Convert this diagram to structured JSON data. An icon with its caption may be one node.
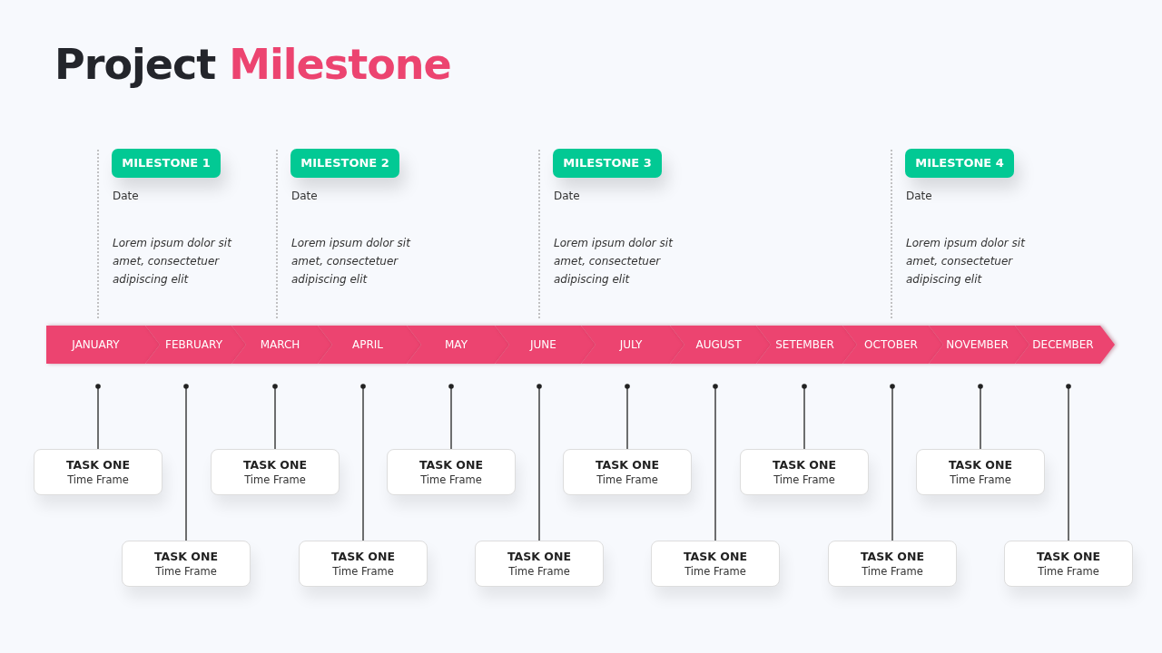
{
  "diagram": {
    "title": "Project Milestone",
    "nodes": [
      {
        "text": [
          "MILESTONE 1"
        ],
        "beside": [
          "Date",
          "Lorem ipsum dolor sit amet, consectetuer adipiscing elit"
        ]
      },
      {
        "text": [
          "MILESTONE 2"
        ],
        "beside": [
          "Date",
          "Lorem ipsum dolor sit amet, consectetuer adipiscing elit"
        ]
      },
      {
        "text": [
          "MILESTONE 3"
        ],
        "beside": [
          "Date",
          "Lorem ipsum dolor sit amet, consectetuer adipiscing elit"
        ]
      },
      {
        "text": [
          "MILESTONE 4"
        ],
        "beside": [
          "Date",
          "Lorem ipsum dolor sit amet, consectetuer adipiscing elit"
        ]
      },
      {
        "text": [
          "JANUARY"
        ]
      },
      {
        "text": [
          "FEBRUARY"
        ]
      },
      {
        "text": [
          "MARCH"
        ]
      },
      {
        "text": [
          "APRIL"
        ]
      },
      {
        "text": [
          "MAY"
        ]
      },
      {
        "text": [
          "JUNE"
        ]
      },
      {
        "text": [
          "JULY"
        ]
      },
      {
        "text": [
          "AUGUST"
        ]
      },
      {
        "text": [
          "SETEMBER"
        ]
      },
      {
        "text": [
          "OCTOBER"
        ]
      },
      {
        "text": [
          "NOVEMBER"
        ]
      },
      {
        "text": [
          "DECEMBER"
        ]
      },
      {
        "text": [
          "TASK ONE",
          "Time Frame"
        ]
      },
      {
        "text": [
          "TASK ONE",
          "Time Frame"
        ]
      },
      {
        "text": [
          "TASK ONE",
          "Time Frame"
        ]
      },
      {
        "text": [
          "TASK ONE",
          "Time Frame"
        ]
      },
      {
        "text": [
          "TASK ONE",
          "Time Frame"
        ]
      },
      {
        "text": [
          "TASK ONE",
          "Time Frame"
        ]
      },
      {
        "text": [
          "TASK ONE",
          "Time Frame"
        ]
      },
      {
        "text": [
          "TASK ONE",
          "Time Frame"
        ]
      },
      {
        "text": [
          "TASK ONE",
          "Time Frame"
        ]
      },
      {
        "text": [
          "TASK ONE",
          "Time Frame"
        ]
      },
      {
        "text": [
          "TASK ONE",
          "Time Frame"
        ]
      },
      {
        "text": [
          "TASK ONE",
          "Time Frame"
        ]
      }
    ],
    "edges": [
      {
        "from": 0,
        "to": 4,
        "arrow": "none",
        "style": "dashed",
        "color": "#aaaaaa"
      },
      {
        "from": 1,
        "to": 6,
        "arrow": "none",
        "style": "dashed",
        "color": "#aaaaaa"
      },
      {
        "from": 2,
        "to": 9,
        "arrow": "none",
        "style": "dashed",
        "color": "#aaaaaa"
      },
      {
        "from": 3,
        "to": 13,
        "arrow": "none",
        "style": "dashed",
        "color": "#aaaaaa"
      },
      {
        "from": 4,
        "to": 16,
        "arrow": "other"
      },
      {
        "from": 5,
        "to": 17,
        "arrow": "other"
      },
      {
        "from": 6,
        "to": 18,
        "arrow": "other"
      },
      {
        "from": 7,
        "to": 19,
        "arrow": "other"
      },
      {
        "from": 8,
        "to": 20,
        "arrow": "other"
      },
      {
        "from": 9,
        "to": 21,
        "arrow": "other"
      },
      {
        "from": 10,
        "to": 22,
        "arrow": "other"
      },
      {
        "from": 11,
        "to": 23,
        "arrow": "other"
      },
      {
        "from": 12,
        "to": 24,
        "arrow": "other"
      },
      {
        "from": 13,
        "to": 25,
        "arrow": "other"
      },
      {
        "from": 14,
        "to": 26,
        "arrow": "other"
      },
      {
        "from": 15,
        "to": 27,
        "arrow": "other"
      }
    ]
  }
}
